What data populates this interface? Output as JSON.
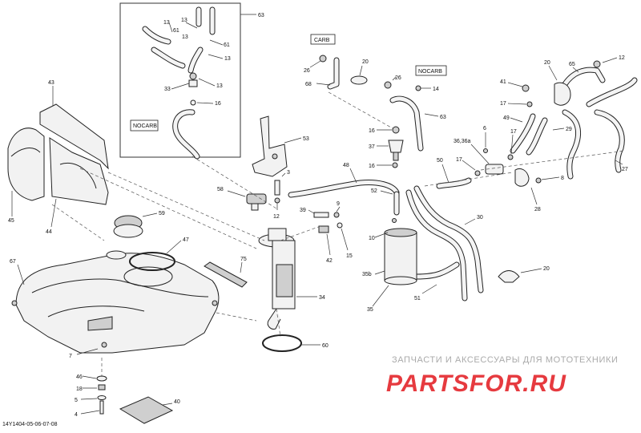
{
  "diagram": {
    "drawing_id": "14Y1404-05-06-07-08",
    "tags": {
      "carb": "CARB",
      "nocarb_top": "NOCARB",
      "nocarb_inset": "NOCARB"
    },
    "watermark": {
      "caption": "ЗАПЧАСТИ И АКСЕССУАРЫ ДЛЯ МОТОТЕХНИКИ",
      "logo": "PARTSFOR.RU"
    },
    "callouts": {
      "c63_box": "63",
      "c13_a": "13",
      "c13_b": "13",
      "c13_c": "13",
      "c13_d": "13",
      "c13_e": "13",
      "c61_a": "61",
      "c61_b": "61",
      "c33": "33",
      "c16_inset": "16",
      "c43": "43",
      "c45": "45",
      "c44": "44",
      "c67": "67",
      "c59": "59",
      "c47": "47",
      "c75": "75",
      "c7": "7",
      "c46": "46",
      "c18": "18",
      "c5": "5",
      "c4": "4",
      "c40": "40",
      "c53": "53",
      "c3": "3",
      "c58": "58",
      "c12_a": "12",
      "c39": "39",
      "c9": "9",
      "c42": "42",
      "c15": "15",
      "c34": "34",
      "c60": "60",
      "c26_a": "26",
      "c68": "68",
      "c20_a": "20",
      "c26_b": "26",
      "c14": "14",
      "c63_b": "63",
      "c16_a": "16",
      "c37": "37",
      "c16_b": "16",
      "c48": "48",
      "c52": "52",
      "c10": "10",
      "c35b": "35b",
      "c35": "35",
      "c51": "51",
      "c30": "30",
      "c50": "50",
      "c17_a": "17",
      "c36": "36,36a",
      "c6": "6",
      "c17_b": "17",
      "c41": "41",
      "c17_c": "17",
      "c49": "49",
      "c29": "29",
      "c20_b": "20",
      "c65": "65",
      "c12_b": "12",
      "c27": "27",
      "c8": "8",
      "c28": "28",
      "c20_c": "20"
    }
  }
}
